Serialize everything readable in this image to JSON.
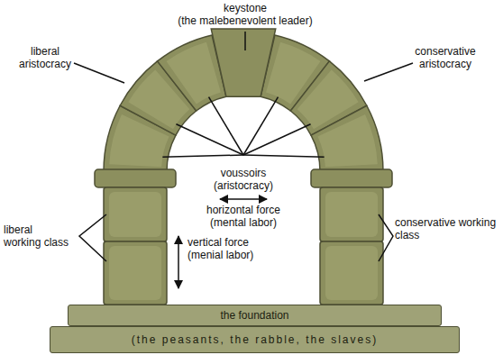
{
  "diagram": {
    "nodes": [
      {
        "text": [
          "the foundation"
        ]
      },
      {
        "text": [
          "(the peasants, the rabble, the slaves)"
        ]
      }
    ],
    "labels": [
      "keystone (the malebenevolent leader)",
      "liberal aristocracy",
      "conservative aristocracy",
      "voussoirs (aristocracy)",
      "horizontal force (mental labor)",
      "vertical force (menial labor)",
      "liberal working class",
      "conservative working class"
    ]
  }
}
